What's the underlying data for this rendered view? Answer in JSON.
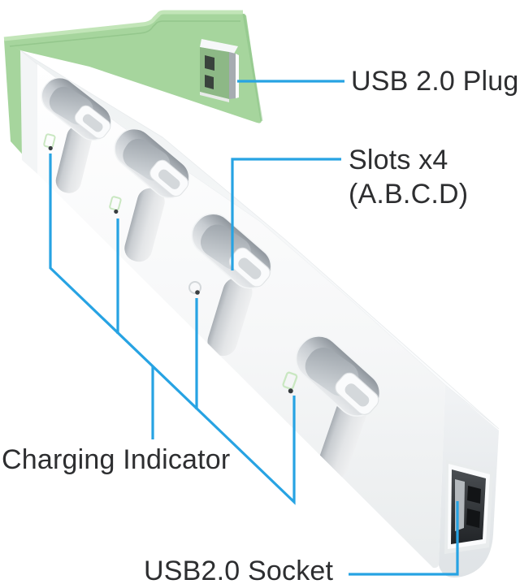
{
  "figure": {
    "alt": "Four-slot controller charging dock: white bar with green back bracket, annotated with callout lines"
  },
  "labels": {
    "usb_plug": "USB 2.0 Plug",
    "slots_line1": "Slots x4",
    "slots_line2": "(A.B.C.D)",
    "charging_indicator": "Charging Indicator",
    "usb_socket": "USB2.0 Socket"
  },
  "counts": {
    "slots": 4,
    "charging_indicators": 4
  },
  "colors": {
    "annotation_line": "#27a3e3",
    "label_text": "#2d2e30",
    "body_green": "#a6d59d",
    "body_green_light": "#c2e5b8",
    "body_green_dark": "#8dc287",
    "plug_face_green": "#8db886",
    "led_green": "#c9e7c1",
    "background": "#ffffff"
  }
}
